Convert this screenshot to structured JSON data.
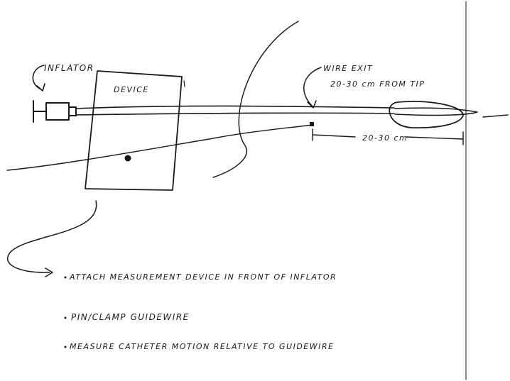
{
  "labels": {
    "inflator": "INFLATOR",
    "device": "DEVICE",
    "wire_exit_line1": "WIRE EXIT",
    "wire_exit_line2": "20-30 cm FROM TIP",
    "dimension": "20-30 cm"
  },
  "notes": [
    "ATTACH MEASUREMENT DEVICE IN FRONT OF INFLATOR",
    "PIN/CLAMP GUIDEWIRE",
    "MEASURE CATHETER MOTION RELATIVE TO GUIDEWIRE"
  ]
}
